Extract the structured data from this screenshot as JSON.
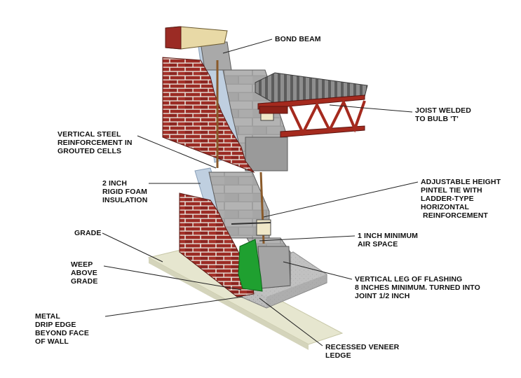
{
  "labels": {
    "bond_beam": "BOND BEAM",
    "joist": "JOIST WELDED\nTO BULB 'T'",
    "vertical_steel": "VERTICAL STEEL\nREINFORCEMENT IN\nGROUTED CELLS",
    "rigid_foam": "2 INCH\nRIGID FOAM\nINSULATION",
    "pintel_tie": "ADJUSTABLE HEIGHT\nPINTEL TIE WITH\nLADDER-TYPE\nHORIZONTAL\n REINFORCEMENT",
    "grade": "GRADE",
    "air_space": "1 INCH MINIMUM\nAIR SPACE",
    "weep": "WEEP\nABOVE\nGRADE",
    "flashing": "VERTICAL LEG OF FLASHING\n8 INCHES MINIMUM. TURNED INTO\nJOINT 1/2 INCH",
    "drip_edge": "METAL\nDRIP EDGE\nBEYOND FACE\nOF WALL",
    "veneer_ledge": "RECESSED VENEER\nLEDGE"
  },
  "colors": {
    "brick": "#9b2b24",
    "mortar": "#e8e2dc",
    "block": "#a9a9a9",
    "insulation": "#bfcfe0",
    "steel_joist": "#a52a1e",
    "flashing": "#1fa030",
    "concrete": "#bdbdbd",
    "grade_slab": "#e6e6cf"
  }
}
